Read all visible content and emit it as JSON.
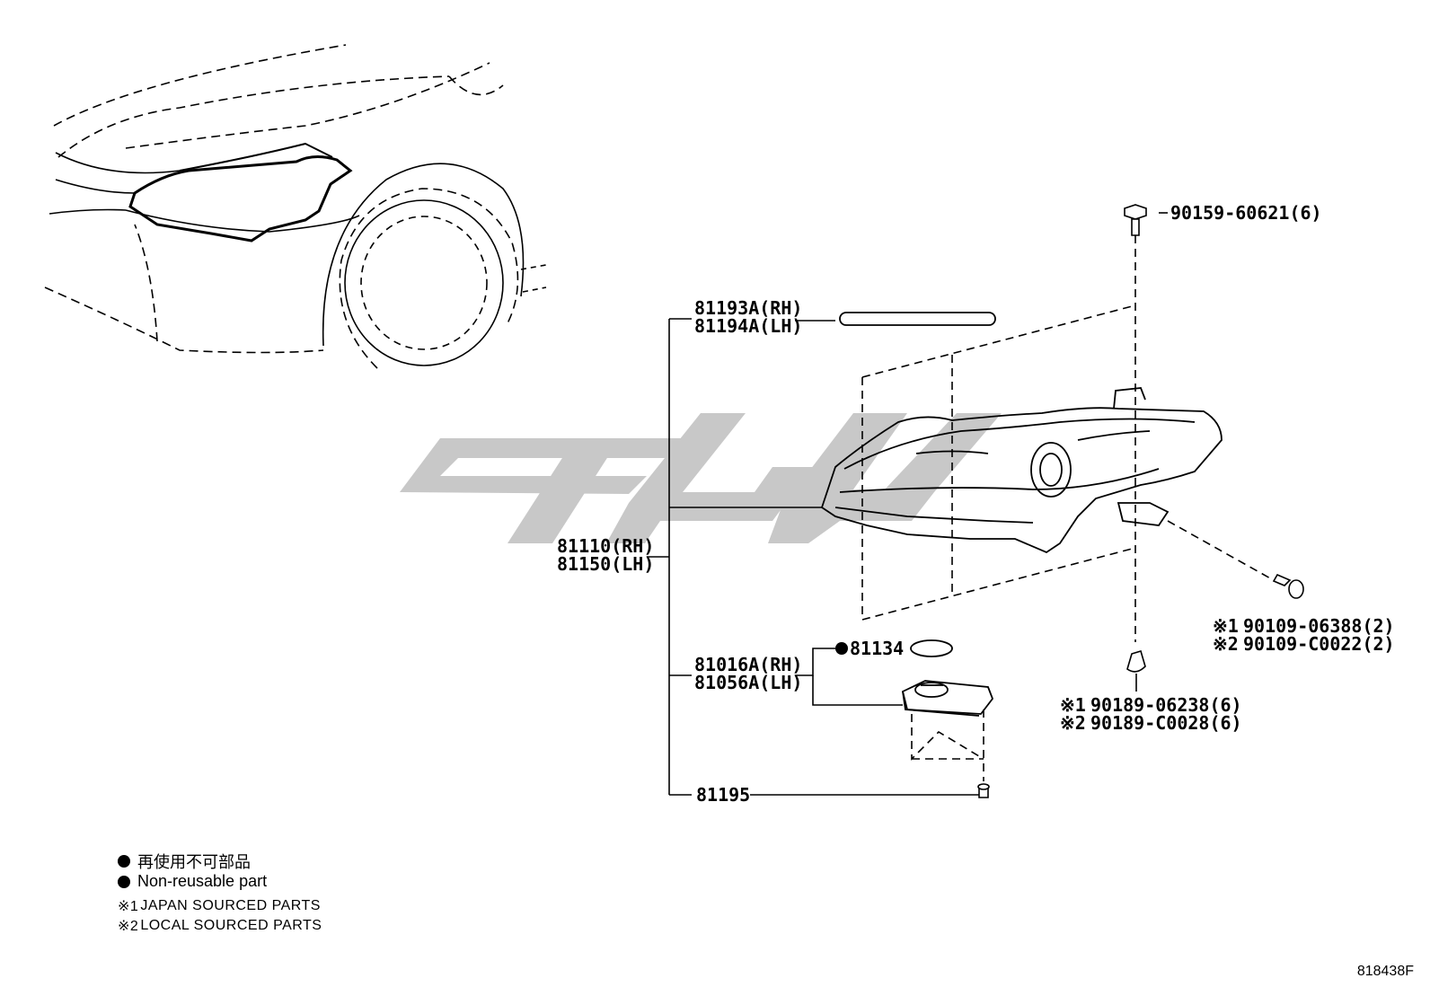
{
  "parts": {
    "bolt_top": "90159-60621(6)",
    "hood_seal_rh": "81193A(RH)",
    "hood_seal_lh": "81194A(LH)",
    "headlamp_rh": "81110(RH)",
    "headlamp_lh": "81150(LH)",
    "computer_rh": "81016A(RH)",
    "computer_lh": "81056A(LH)",
    "oring": "81134",
    "screw_bottom": "81195",
    "bolt_side_1": "90109-06388(2)",
    "bolt_side_2": "90109-C0022(2)",
    "clip_1": "90189-06238(6)",
    "clip_2": "90189-C0028(6)",
    "ref1": "※1",
    "ref2": "※2"
  },
  "legend": {
    "nonreusable_jp": "再使用不可部品",
    "nonreusable_en": "Non-reusable part",
    "note1_mark": "※1",
    "note1_text": "JAPAN SOURCED PARTS",
    "note2_mark": "※2",
    "note2_text": "LOCAL SOURCED PARTS"
  },
  "diagram_code": "818438F",
  "colors": {
    "line": "#000000",
    "watermark": "#c8c8c8"
  }
}
